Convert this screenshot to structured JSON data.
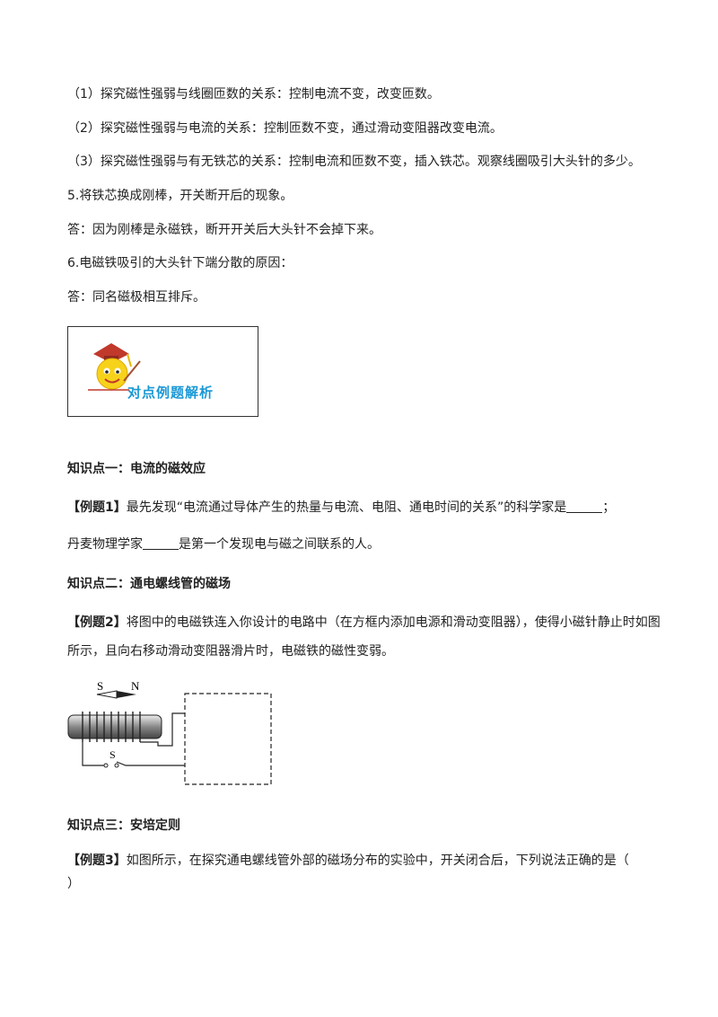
{
  "items": {
    "l1": "（1）探究磁性强弱与线圈匝数的关系：控制电流不变，改变匝数。",
    "l2": "（2）探究磁性强弱与电流的关系：控制匝数不变，通过滑动变阻器改变电流。",
    "l3": "（3）探究磁性强弱与有无铁芯的关系：控制电流和匝数不变，插入铁芯。观察线圈吸引大头针的多少。",
    "l4": "5.将铁芯换成刚棒，开关断开后的现象。",
    "l5": "答：因为刚棒是永磁铁，断开开关后大头针不会掉下来。",
    "l6": "6.电磁铁吸引的大头针下端分散的原因：",
    "l7": "答：同名磁极相互排斥。"
  },
  "banner": {
    "text": "对点例题解析"
  },
  "section1": {
    "heading": "知识点一：电流的磁效应",
    "example_tag": "【例题1】",
    "q_part1": "最先发现“电流通过导体产生的热量与电流、电阻、通电时间的关系”的科学家是",
    "q_part1_end": "；",
    "q_part2_start": "丹麦物理学家",
    "q_part2_end": "是第一个发现电与磁之间联系的人。"
  },
  "section2": {
    "heading": "知识点二：通电螺线管的磁场",
    "example_tag": "【例题2】",
    "q_line1": "将图中的电磁铁连入你设计的电路中（在方框内添加电源和滑动变阻器），使得小磁针静止时如图",
    "q_line2": "所示，且向右移动滑动变阻器滑片时，电磁铁的磁性变弱。",
    "fig_label_s": "S",
    "fig_label_n": "N",
    "fig_switch_label": "S"
  },
  "section3": {
    "heading": "知识点三：安培定则",
    "example_tag": "【例题3】",
    "q_line1": "如图所示，在探究通电螺线管外部的磁场分布的实验中，开关闭合后，下列说法正确的是（",
    "q_line2": "）"
  }
}
